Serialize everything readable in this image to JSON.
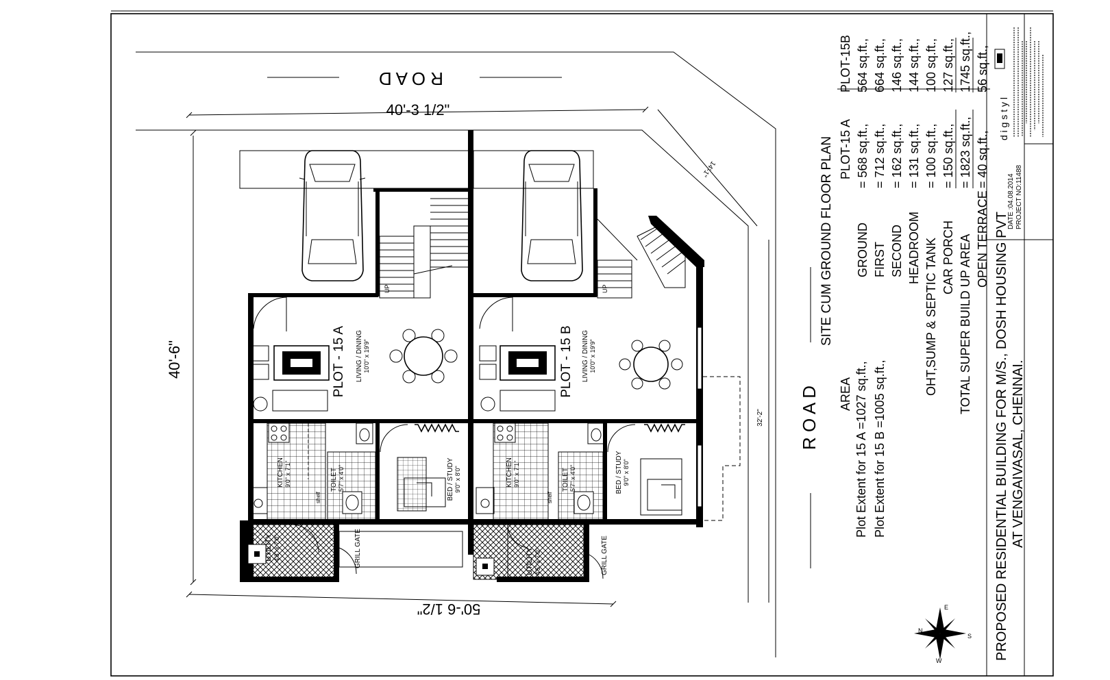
{
  "road_top": "R O A D",
  "road_right": "R O A D",
  "dimensions": {
    "top": "40'-3 1/2\"",
    "left": "40'-6\"",
    "bottom": "50'-6 1/2\"",
    "right_upper": "14'-1\"",
    "right_lower": "32'-2\""
  },
  "plots": {
    "a": {
      "label": "PLOT - 15 A",
      "living": "LIVING / DINING",
      "living_size": "10'0\" x 19'9\"",
      "kitchen": "KITCHEN",
      "kitchen_size": "9'0\" x 7'1\"",
      "toilet": "TOILET",
      "toilet_size": "5'7\" x 4'0\"",
      "bed": "BED / STUDY",
      "bed_size": "9'0\" x 8'0\"",
      "utility": "UTILITY",
      "utility_size": "4'3\" x 7'0\"",
      "grill_gate": "GRILL GATE",
      "up": "UP",
      "shelf": "shelf"
    },
    "b": {
      "label": "PLOT - 15 B",
      "living": "LIVING / DINING",
      "living_size": "10'0\" x 19'9\"",
      "kitchen": "KITCHEN",
      "kitchen_size": "9'0\" x 7'1\"",
      "toilet": "TOILET",
      "toilet_size": "5'7\" x 4'0\"",
      "bed": "BED / STUDY",
      "bed_size": "9'0\" x 8'0\"",
      "utility": "UTILITY",
      "utility_size": "4'5\" x 7'0\"",
      "grill_gate": "GRILL GATE",
      "up": "UP",
      "shelf": "shelf"
    }
  },
  "plan_title": "SITE CUM GROUND FLOOR PLAN",
  "area": {
    "heading": "AREA",
    "extent_a": "Plot Extent for 15 A =1027 sq.ft.,",
    "extent_b": "Plot Extent for 15 B =1005 sq.ft.,",
    "col_a": "PLOT-15 A",
    "col_b": "PLOT-15B",
    "rows": [
      {
        "label": "GROUND",
        "a": "= 568 sq.ft.,",
        "b": "564 sq.ft.,"
      },
      {
        "label": "FIRST",
        "a": "= 712 sq.ft.,",
        "b": "664 sq.ft.,"
      },
      {
        "label": "SECOND",
        "a": "= 162 sq.ft.,",
        "b": "146 sq.ft.,"
      },
      {
        "label": "HEADROOM",
        "a": "= 131 sq.ft.,",
        "b": "144 sq.ft.,"
      },
      {
        "label": "OHT,SUMP & SEPTIC TANK",
        "a": "= 100 sq.ft.,",
        "b": "100 sq.ft.,"
      },
      {
        "label": "CAR PORCH",
        "a": "= 150 sq.ft.,",
        "b": "127 sq.ft.,"
      },
      {
        "label": "TOTAL SUPER BUILD UP AREA",
        "a": "= 1823 sq.ft.,",
        "b": "1745 sq.ft.,"
      },
      {
        "label": "OPEN TERRACE",
        "a": "= 40 sq.ft.,",
        "b": "56 sq.ft.,"
      }
    ]
  },
  "project": {
    "title_line1": "PROPOSED RESIDENTIAL BUILDING FOR M/S., DOSH HOUSING PVT",
    "title_line2": "AT VENGAIVASAL, CHENNAI.",
    "date": "DATE :04.08.2014",
    "project_no": "PROJECT NO:11488",
    "firm": "d i g s t y l"
  },
  "compass": {
    "n": "N",
    "e": "E",
    "s": "S",
    "w": "W"
  }
}
